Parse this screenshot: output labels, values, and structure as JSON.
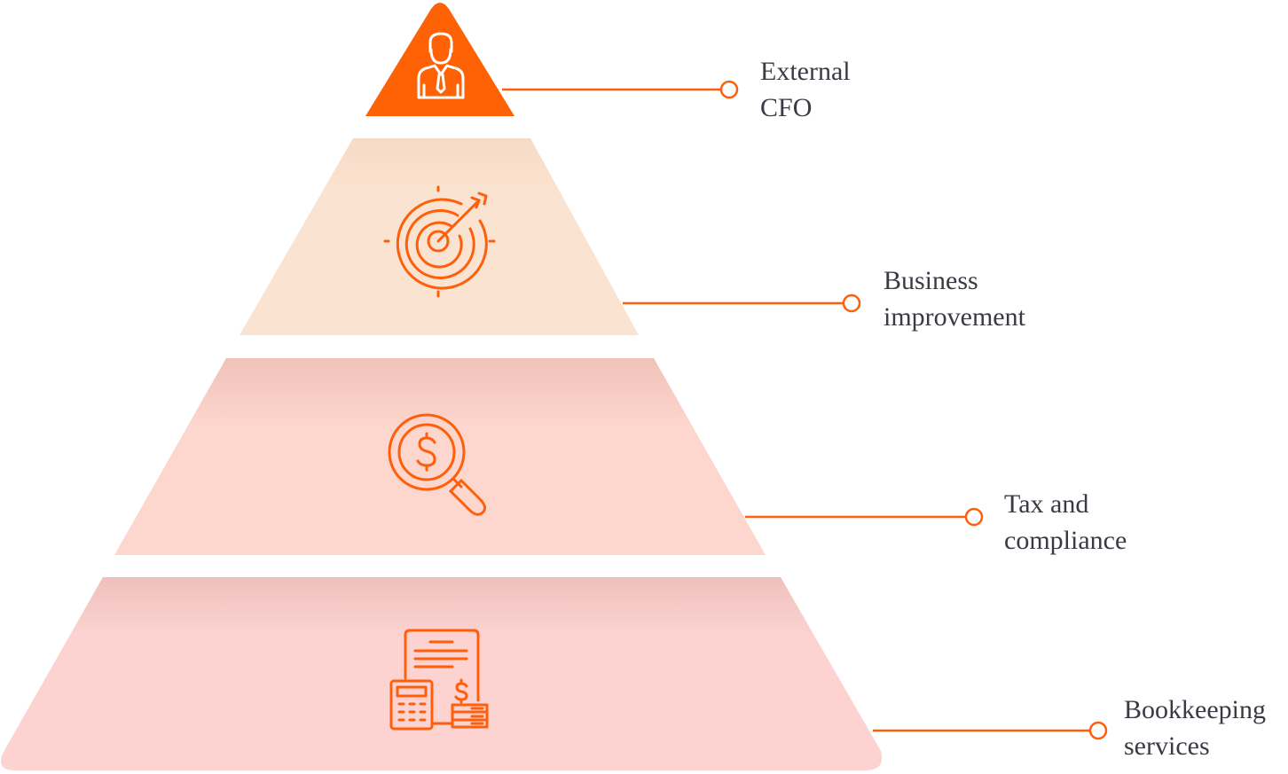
{
  "colors": {
    "accent": "#ff5f0a",
    "tier_top": "#ff6205",
    "tier_2": "#fae3d0",
    "tier_3": "#fdd6cd",
    "tier_4": "#fcd3d0",
    "label_text": "#3a3a45"
  },
  "tiers": [
    {
      "id": "external-cfo",
      "icon": "person-icon",
      "label_line1": "External",
      "label_line2": "CFO"
    },
    {
      "id": "business-improvement",
      "icon": "target-icon",
      "label_line1": "Business",
      "label_line2": "improvement"
    },
    {
      "id": "tax-compliance",
      "icon": "dollar-magnifier-icon",
      "label_line1": "Tax and",
      "label_line2": "compliance"
    },
    {
      "id": "bookkeeping",
      "icon": "calculator-document-icon",
      "label_line1": "Bookkeeping",
      "label_line2": "services"
    }
  ]
}
